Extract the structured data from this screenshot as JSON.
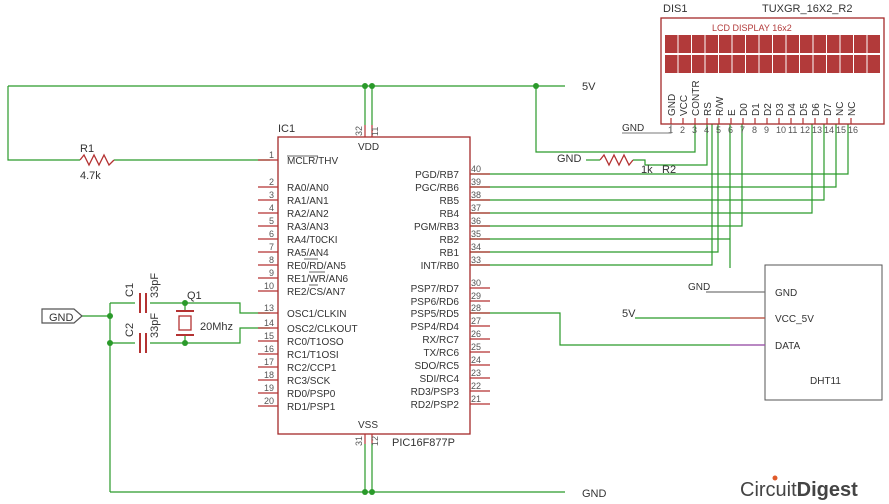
{
  "colors": {
    "wire": "#2a9a2a",
    "pin": "#b43232",
    "lcd": "#b23a3a",
    "text": "#333333"
  },
  "power": {
    "vcc": "5V",
    "gnd": "GND",
    "gnd_port": "GND"
  },
  "ic": {
    "ref": "IC1",
    "part": "PIC16F877P",
    "vdd": "VDD",
    "vss": "VSS",
    "vdd_pins": [
      "32",
      "11"
    ],
    "vss_pins": [
      "31",
      "12"
    ],
    "left_pins": [
      {
        "num": "1",
        "name": "MCLR/THV"
      },
      {
        "num": "2",
        "name": "RA0/AN0"
      },
      {
        "num": "3",
        "name": "RA1/AN1"
      },
      {
        "num": "4",
        "name": "RA2/AN2"
      },
      {
        "num": "5",
        "name": "RA3/AN3"
      },
      {
        "num": "6",
        "name": "RA4/T0CKI"
      },
      {
        "num": "7",
        "name": "RA5/AN4"
      },
      {
        "num": "8",
        "name": "RE0/RD/AN5"
      },
      {
        "num": "9",
        "name": "RE1/WR/AN6"
      },
      {
        "num": "10",
        "name": "RE2/CS/AN7"
      },
      {
        "num": "13",
        "name": "OSC1/CLKIN"
      },
      {
        "num": "14",
        "name": "OSC2/CLKOUT"
      },
      {
        "num": "15",
        "name": "RC0/T1OSO"
      },
      {
        "num": "16",
        "name": "RC1/T1OSI"
      },
      {
        "num": "17",
        "name": "RC2/CCP1"
      },
      {
        "num": "18",
        "name": "RC3/SCK"
      },
      {
        "num": "19",
        "name": "RD0/PSP0"
      },
      {
        "num": "20",
        "name": "RD1/PSP1"
      }
    ],
    "right_pins": [
      {
        "num": "40",
        "name": "PGD/RB7"
      },
      {
        "num": "39",
        "name": "PGC/RB6"
      },
      {
        "num": "38",
        "name": "RB5"
      },
      {
        "num": "37",
        "name": "RB4"
      },
      {
        "num": "36",
        "name": "PGM/RB3"
      },
      {
        "num": "35",
        "name": "RB2"
      },
      {
        "num": "34",
        "name": "RB1"
      },
      {
        "num": "33",
        "name": "INT/RB0"
      },
      {
        "num": "30",
        "name": "PSP7/RD7"
      },
      {
        "num": "29",
        "name": "PSP6/RD6"
      },
      {
        "num": "28",
        "name": "PSP5/RD5"
      },
      {
        "num": "27",
        "name": "PSP4/RD4"
      },
      {
        "num": "26",
        "name": "RX/RC7"
      },
      {
        "num": "25",
        "name": "TX/RC6"
      },
      {
        "num": "24",
        "name": "SDO/RC5"
      },
      {
        "num": "23",
        "name": "SDI/RC4"
      },
      {
        "num": "22",
        "name": "RD3/PSP3"
      },
      {
        "num": "21",
        "name": "RD2/PSP2"
      }
    ]
  },
  "r1": {
    "ref": "R1",
    "value": "4.7k"
  },
  "r2": {
    "ref": "R2",
    "value": "1k",
    "gnd": "GND"
  },
  "c1": {
    "ref": "C1",
    "value": "33pF"
  },
  "c2": {
    "ref": "C2",
    "value": "33pF"
  },
  "q1": {
    "ref": "Q1",
    "value": "20Mhz"
  },
  "lcd": {
    "ref": "DIS1",
    "part": "TUXGR_16X2_R2",
    "title": "LCD DISPLAY 16x2",
    "gnd_label": "GND",
    "pins": [
      "GND",
      "VCC",
      "CONTR",
      "RS",
      "R/W",
      "E",
      "D0",
      "D1",
      "D2",
      "D3",
      "D4",
      "D5",
      "D6",
      "D7",
      "NC",
      "NC"
    ],
    "pin_numbers": [
      "1",
      "2",
      "3",
      "4",
      "5",
      "6",
      "7",
      "8",
      "9",
      "10",
      "11",
      "12",
      "13",
      "14",
      "15",
      "16"
    ]
  },
  "dht": {
    "name": "DHT11",
    "pins": [
      "GND",
      "VCC_5V",
      "DATA"
    ],
    "gnd_label": "GND",
    "vcc_label": "5V"
  },
  "brand": {
    "prefix": "Circuit",
    "suffix": "Digest"
  }
}
